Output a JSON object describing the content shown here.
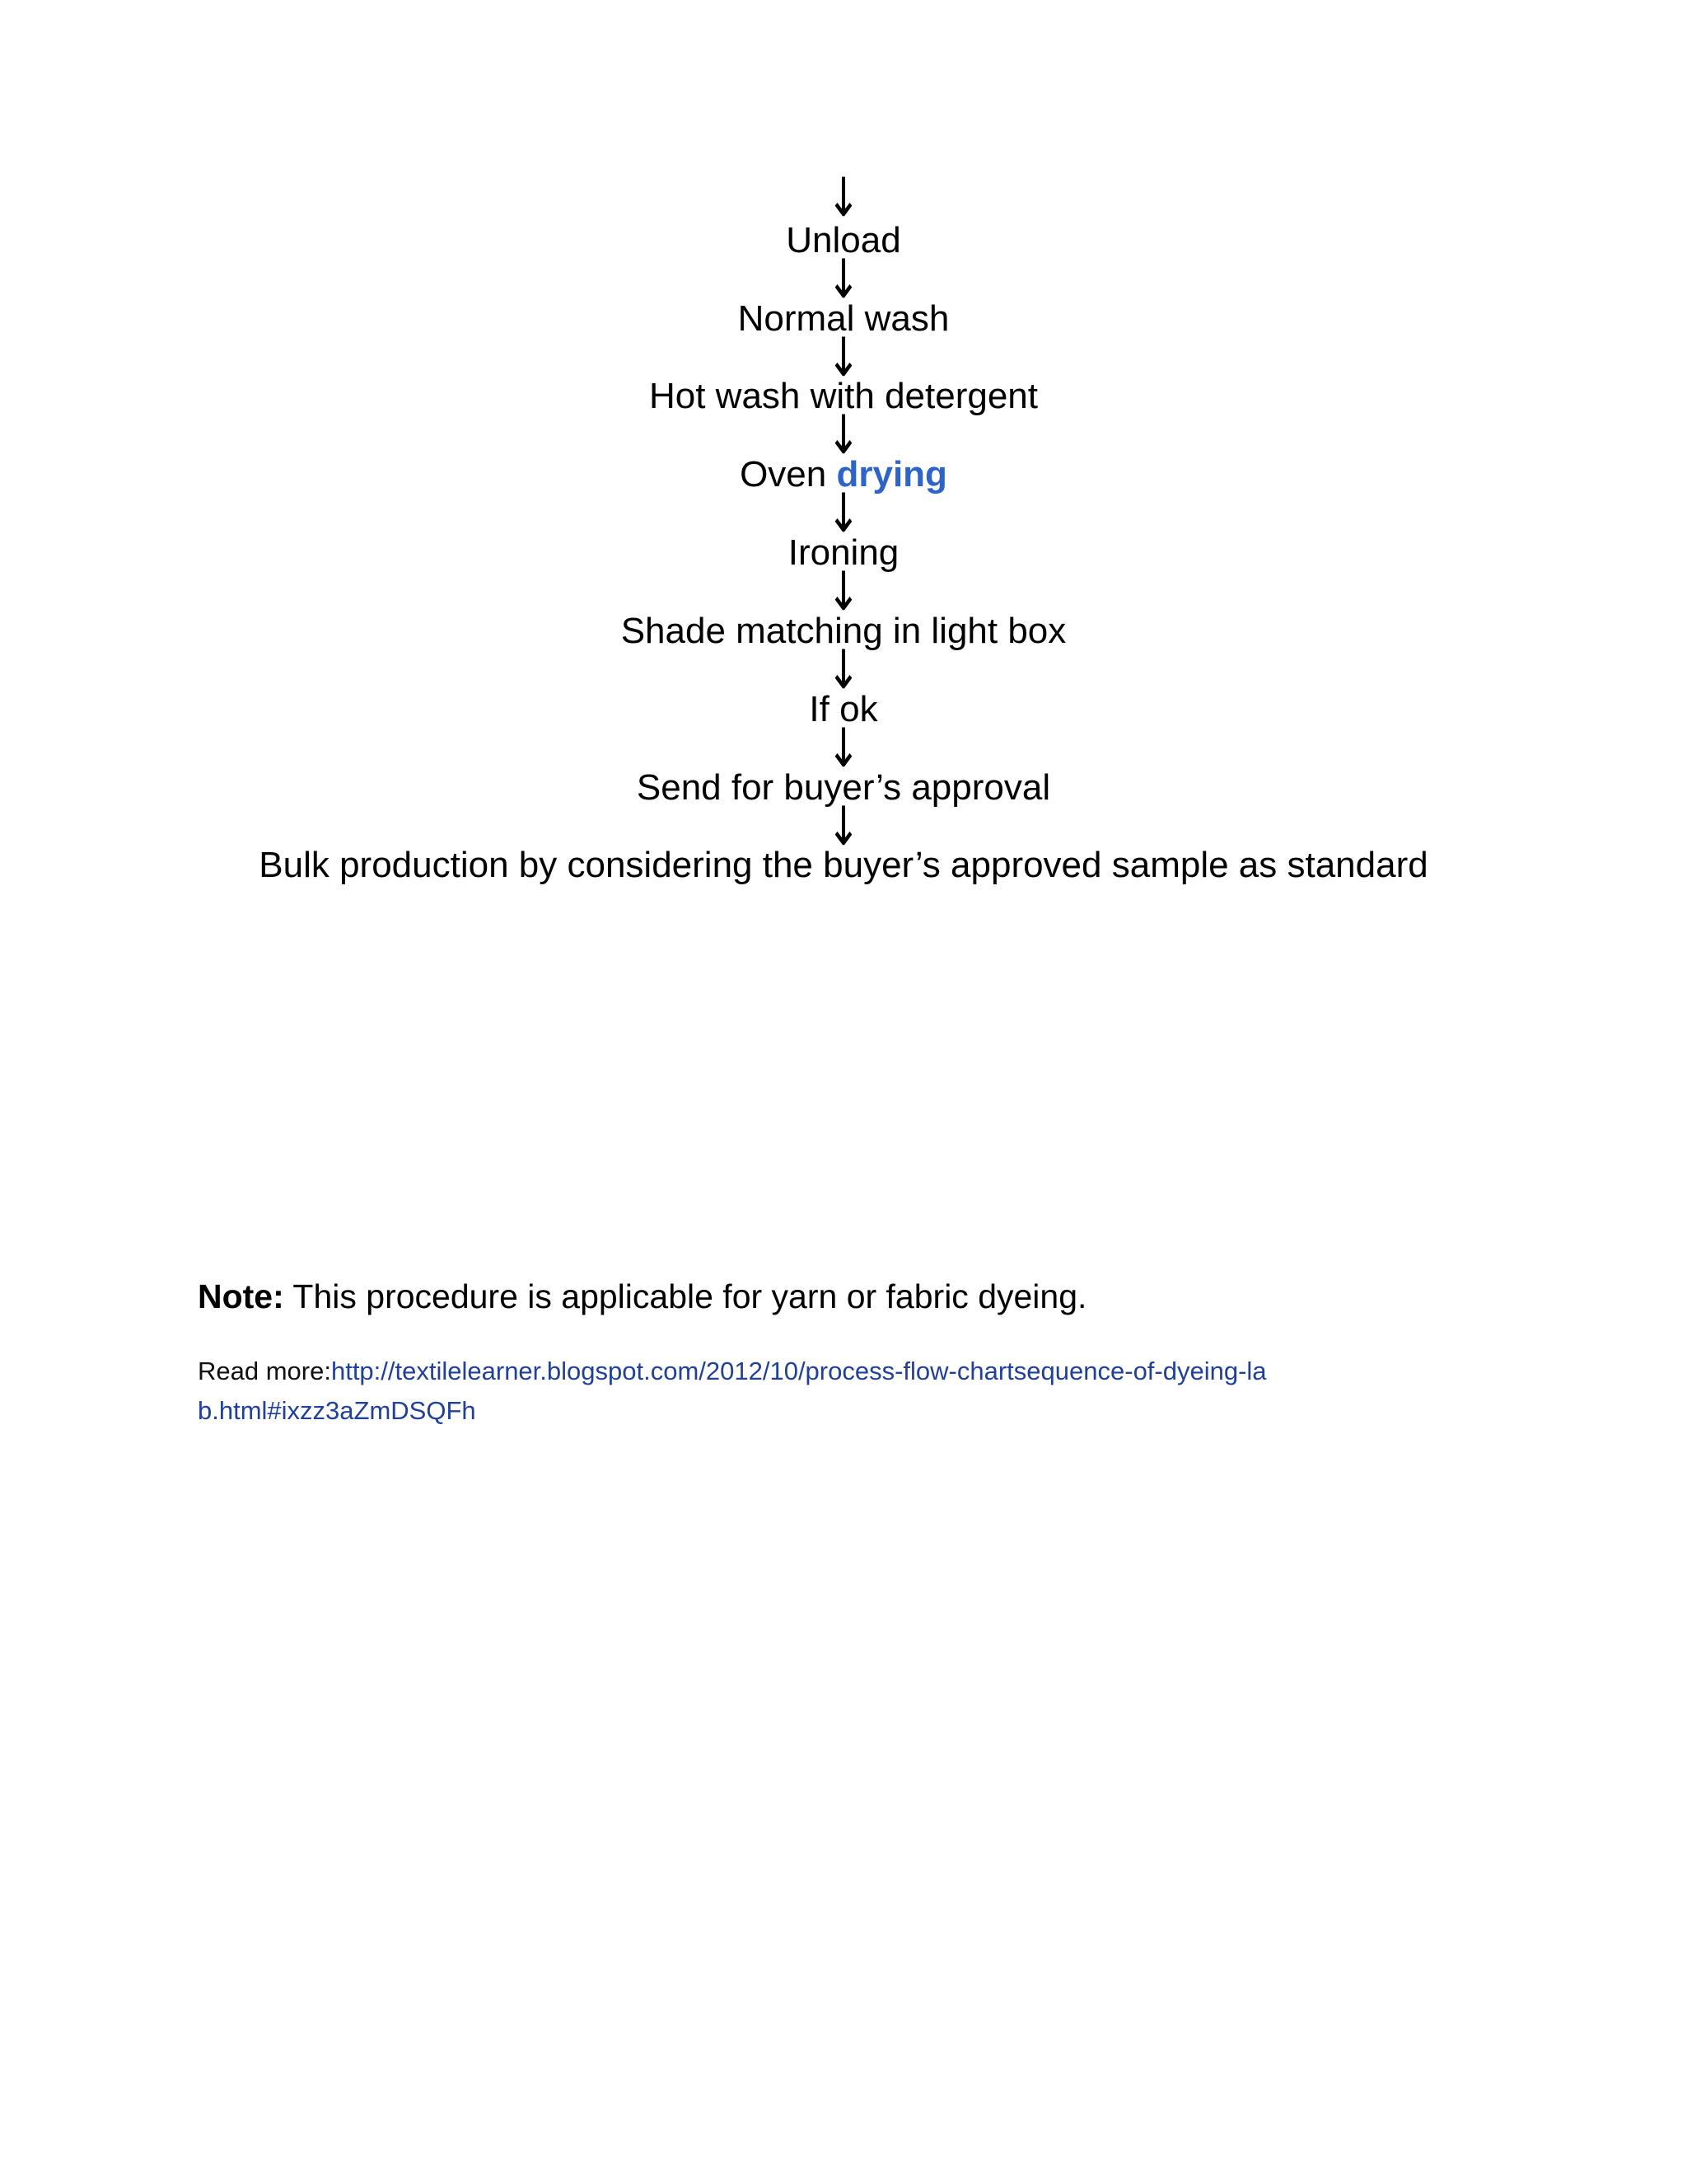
{
  "document": {
    "background_color": "#ffffff",
    "text_color": "#000000"
  },
  "flowchart": {
    "arrow_glyph": "↓",
    "highlight_color": "#2e63c8",
    "steps": [
      {
        "label": "Unload",
        "highlight": ""
      },
      {
        "label": "Normal wash",
        "highlight": ""
      },
      {
        "label": "Hot wash with detergent",
        "highlight": ""
      },
      {
        "label": "Oven ",
        "highlight": "drying"
      },
      {
        "label": "Ironing",
        "highlight": ""
      },
      {
        "label": "Shade matching in light box",
        "highlight": ""
      },
      {
        "label": "If ok",
        "highlight": ""
      },
      {
        "label": "Send for buyer’s approval",
        "highlight": ""
      },
      {
        "label": "Bulk production by considering the buyer’s approved sample as standard",
        "highlight": ""
      }
    ]
  },
  "note": {
    "prefix": "Note:",
    "text": " This procedure is applicable for yarn or fabric dyeing."
  },
  "read_more": {
    "label": "Read more:",
    "url": "http://textilelearner.blogspot.com/2012/10/process-flow-chartsequence-of-dyeing-lab.html#ixzz3aZmDSQFh",
    "link_color": "#21409a"
  }
}
